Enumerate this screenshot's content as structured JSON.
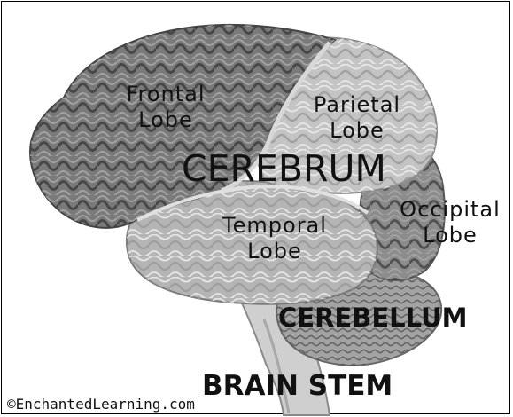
{
  "labels": {
    "frontal_line1": "Frontal",
    "frontal_line2": "Lobe",
    "parietal_line1": "Parietal",
    "parietal_line2": "Lobe",
    "cerebrum": "CEREBRUM",
    "temporal_line1": "Temporal",
    "temporal_line2": "Lobe",
    "occipital_line1": "Occipital",
    "occipital_line2": "Lobe",
    "cerebellum": "CEREBELLUM",
    "brain_stem": "BRAIN STEM"
  },
  "copyright": "©EnchantedLearning.com",
  "colors": {
    "frontal": "#7a7a7a",
    "parietal": "#c2c2c2",
    "temporal": "#b3b3b3",
    "occipital": "#8c8c8c",
    "cerebellum": "#9e9e9e",
    "brain_stem": "#cfcfcf",
    "gyri_dark": "#4d4d4d",
    "gyri_light": "#e6e6e6"
  }
}
